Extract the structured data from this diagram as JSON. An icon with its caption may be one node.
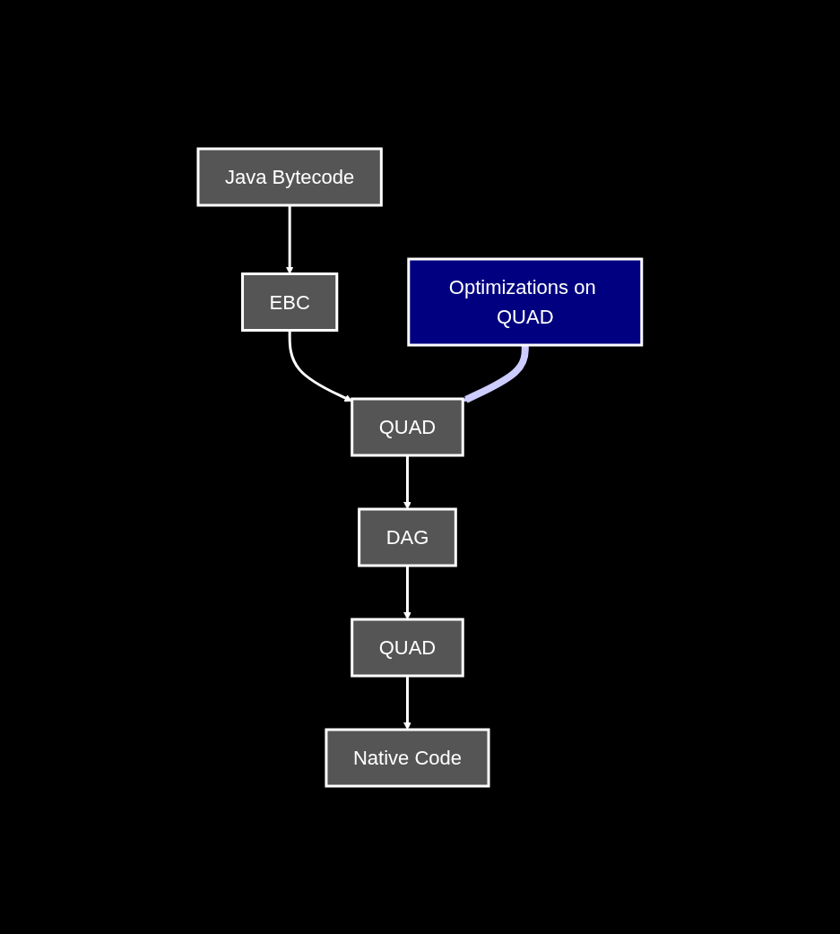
{
  "diagram": {
    "nodes": [
      {
        "text": [
          "Java Bytecode"
        ]
      },
      {
        "text": [
          "EBC"
        ]
      },
      {
        "text": [
          "QUAD"
        ]
      },
      {
        "text": [
          "DAG"
        ]
      },
      {
        "text": [
          "QUAD"
        ]
      },
      {
        "text": [
          "Native Code"
        ]
      },
      {
        "text": [
          "Optimizations on QUAD"
        ]
      }
    ],
    "edges": [
      {
        "from": 0,
        "to": 1,
        "arrow": "to"
      },
      {
        "from": 1,
        "to": 2,
        "arrow": "to"
      },
      {
        "from": 2,
        "to": 3,
        "arrow": "to"
      },
      {
        "from": 3,
        "to": 4,
        "arrow": "to"
      },
      {
        "from": 4,
        "to": 5,
        "arrow": "to"
      },
      {
        "from": 6,
        "to": 2,
        "arrow": "to",
        "style": "thick",
        "color": "#ccccff"
      }
    ]
  }
}
